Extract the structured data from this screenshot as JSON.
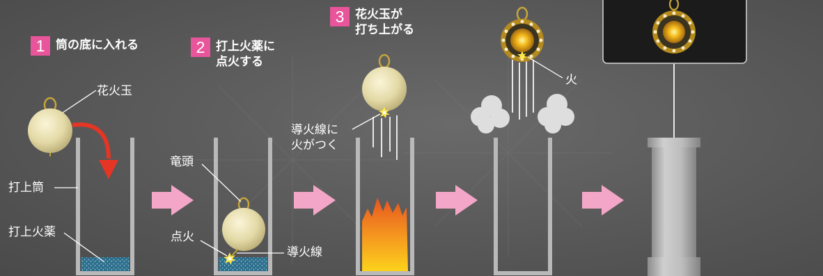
{
  "steps": [
    {
      "num": "1",
      "title": "筒の底に入れる"
    },
    {
      "num": "2",
      "title": "打上火薬に\n点火する"
    },
    {
      "num": "3",
      "title": "花火玉が\n打ち上がる"
    }
  ],
  "labels": {
    "shell": "花火玉",
    "tube": "打上筒",
    "lift_charge": "打上火薬",
    "ryuzu": "竜頭",
    "ignition": "点火",
    "fuse": "導火線",
    "fuse_lit": "導火線に\n火がつく",
    "fire": "火"
  },
  "colors": {
    "accent_pink": "#e8559a",
    "arrow_pink": "#f4a6c8",
    "curve_arrow_red": "#e53525",
    "shell_fill": "#e3d9a6",
    "powder_blue": "#2f6f8c"
  }
}
